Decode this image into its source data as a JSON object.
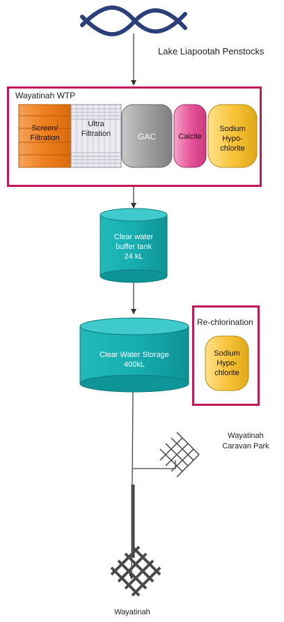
{
  "source": {
    "label": "Lake Liapootah Penstocks"
  },
  "wtp": {
    "title": "Wayatinah WTP",
    "stages": [
      {
        "label": "Screen/\nFiltration",
        "color": "#f0842b"
      },
      {
        "label": "Ultra\nFiltration",
        "color": "#e8e8ee"
      },
      {
        "label": "GAC",
        "color": "#a9a9a9"
      },
      {
        "label": "Calcite",
        "color": "#e8559b"
      },
      {
        "label": "Sodium\nHypo-\nchlorite",
        "color": "#f8c43a"
      }
    ]
  },
  "buffer_tank": {
    "label": "Clear water\nbuffer tank\n24 kL",
    "color": "#1fb5b8"
  },
  "storage": {
    "label": "Clear Water Storage\n400kL",
    "color": "#1fb5b8"
  },
  "rechlorination": {
    "title": "Re-chlorination",
    "label": "Sodium\nHypo-\nchlorite",
    "color": "#f8c43a"
  },
  "caravan_park": {
    "label": "Wayatinah\nCaravan Park"
  },
  "town": {
    "label": "Wayatinah"
  },
  "colors": {
    "frame": "#c2185b",
    "line": "#444444",
    "dark_line": "#4a4a4a",
    "source_icon": "#2b3f7a"
  }
}
